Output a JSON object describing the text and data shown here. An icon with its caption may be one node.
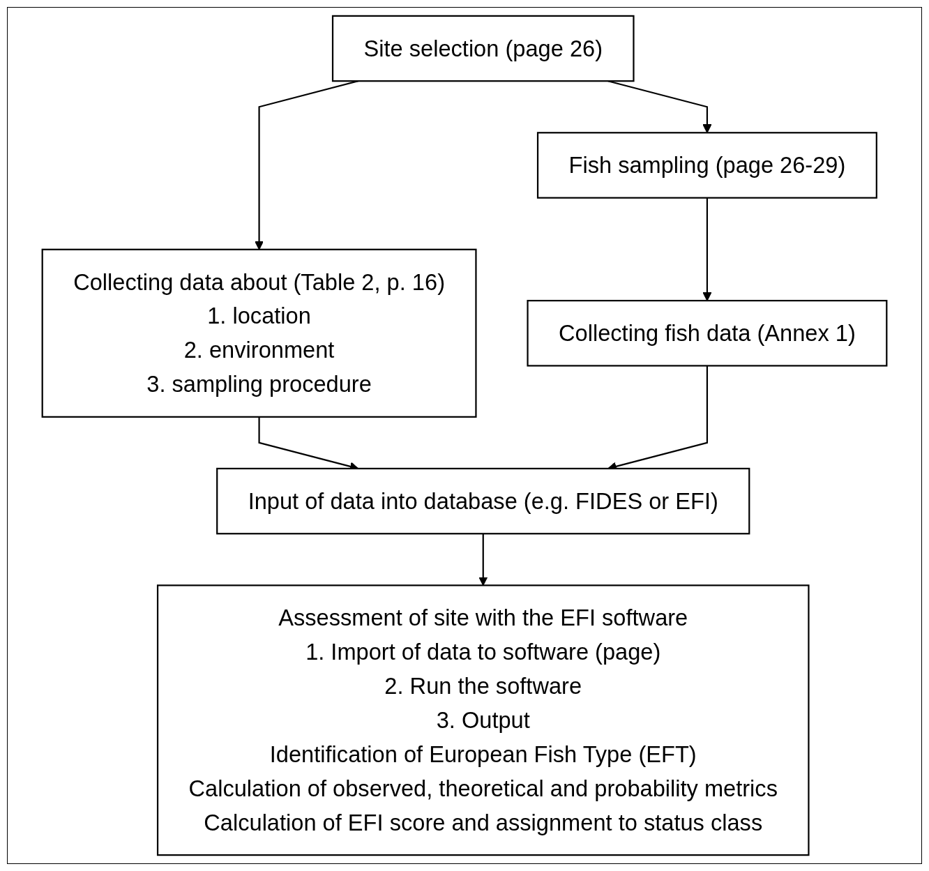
{
  "diagram": {
    "nodes": [
      {
        "text": [
          "Site selection (page 26)"
        ]
      },
      {
        "text": [
          "Collecting data about (Table 2, p. 16)",
          "1. location",
          "2. environment",
          "3. sampling procedure"
        ]
      },
      {
        "text": [
          "Fish sampling (page 26-29)"
        ]
      },
      {
        "text": [
          "Collecting fish data (Annex 1)"
        ]
      },
      {
        "text": [
          "Input of data into database (e.g. FIDES or EFI)"
        ]
      },
      {
        "text": [
          "Assessment of site with the EFI software",
          "1. Import of data to software (page)",
          "2. Run the software",
          "3. Output",
          "Identification of European Fish Type (EFT)",
          "Calculation of observed, theoretical and probability metrics",
          "Calculation of EFI score and assignment to status class"
        ]
      }
    ],
    "edges": [
      {
        "from": 0,
        "to": 1,
        "arrow": "to"
      },
      {
        "from": 0,
        "to": 2,
        "arrow": "to"
      },
      {
        "from": 2,
        "to": 3,
        "arrow": "to"
      },
      {
        "from": 1,
        "to": 4,
        "arrow": "to"
      },
      {
        "from": 3,
        "to": 4,
        "arrow": "to"
      },
      {
        "from": 4,
        "to": 5,
        "arrow": "to"
      }
    ]
  }
}
